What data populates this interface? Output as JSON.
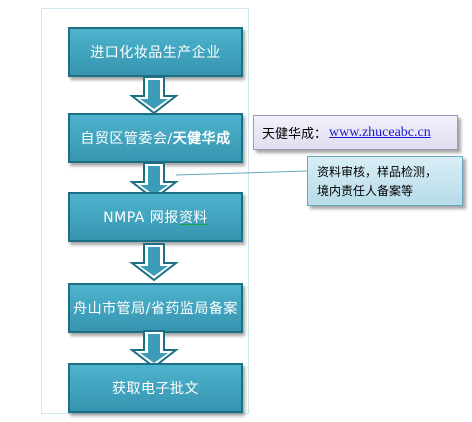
{
  "colors": {
    "step_fill": "#45a8c3",
    "step_border": "#1d6f85",
    "arrow_fill": "#ffffff",
    "callout1_fill": "#e8e6f6",
    "callout2_fill": "#c8e4ef",
    "link_color": "#1a1acc"
  },
  "steps": [
    {
      "text": "进口化妆品生产企业"
    },
    {
      "text_a": "自贸区管委会/",
      "text_b": "天健华成"
    },
    {
      "text_a": "NMPA 网报",
      "text_b": "资料"
    },
    {
      "text": "舟山市管局/省药监局备案"
    },
    {
      "text": "获取电子批文"
    }
  ],
  "callouts": {
    "contact": {
      "label": "天健华成：",
      "website": "www.zhuceabc.cn"
    },
    "note": {
      "line1": "资料审核，样品检测，",
      "line2": "境内责任人备案等"
    }
  }
}
